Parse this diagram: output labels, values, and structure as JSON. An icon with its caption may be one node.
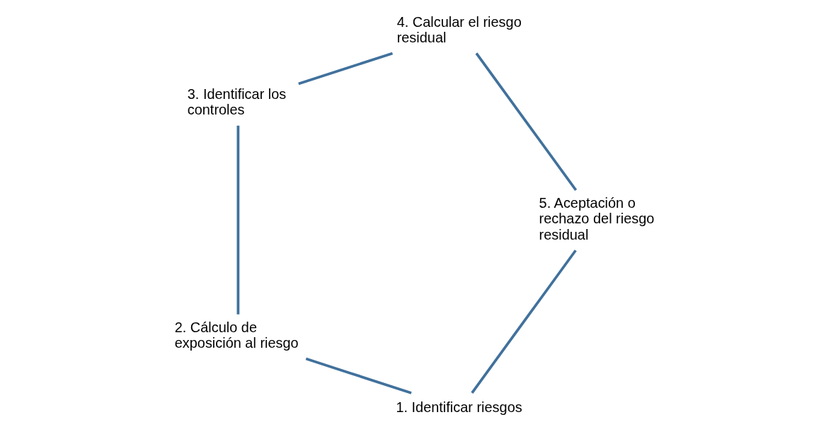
{
  "diagram": {
    "nodes": [
      {
        "text": [
          "1. Identificar riesgos"
        ]
      },
      {
        "text": [
          "2. Cálculo de exposición al riesgo"
        ]
      },
      {
        "text": [
          "3. Identificar los controles"
        ]
      },
      {
        "text": [
          "4. Calcular el riesgo residual"
        ]
      },
      {
        "text": [
          "5. Aceptación o rechazo del riesgo residual"
        ]
      }
    ],
    "edges": [
      {
        "from": 0,
        "to": 1,
        "arrow": "none"
      },
      {
        "from": 1,
        "to": 2,
        "arrow": "none"
      },
      {
        "from": 2,
        "to": 3,
        "arrow": "none"
      },
      {
        "from": 3,
        "to": 4,
        "arrow": "none"
      },
      {
        "from": 4,
        "to": 0,
        "arrow": "none"
      }
    ]
  }
}
